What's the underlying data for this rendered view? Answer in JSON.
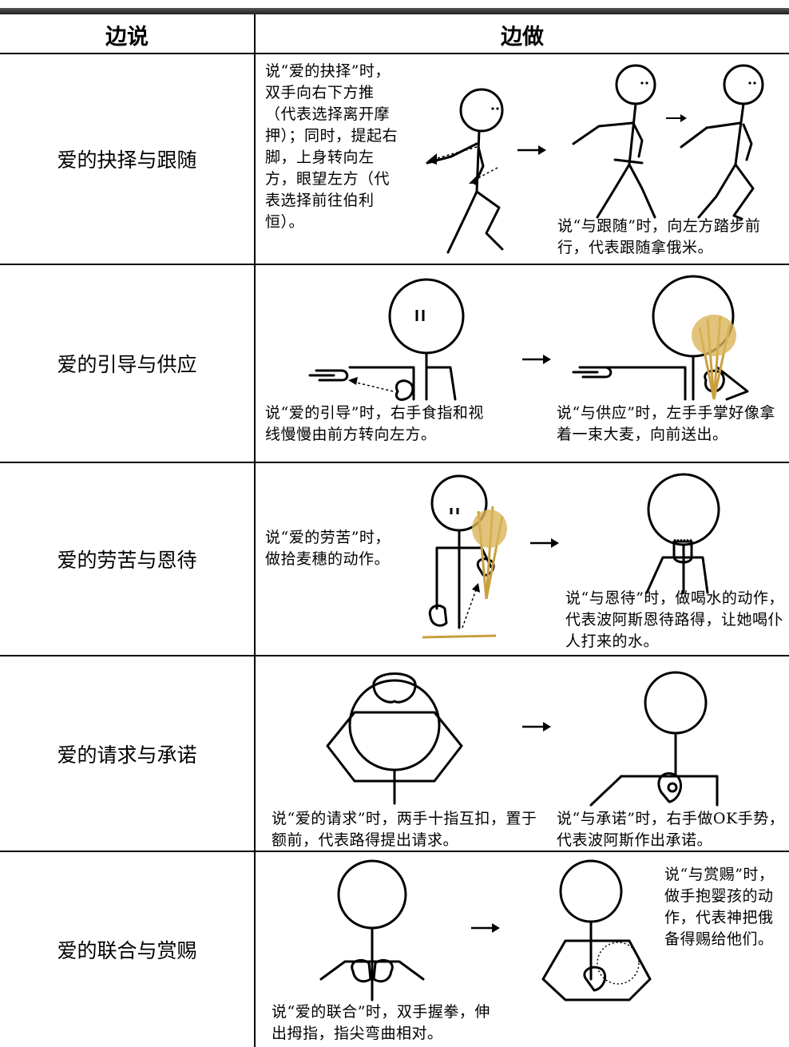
{
  "header": {
    "say": "边说",
    "do": "边做"
  },
  "rows": [
    {
      "label": "爱的抉择与跟随",
      "caption_a": "说“爱的抉择”时，双手向右下方推（代表选择离开摩押）；同时，提起右脚，上身转向左方，眼望左方（代表选择前往伯利恒）。",
      "caption_b": "说“与跟随”时，向左方踏步前行，代表跟随拿俄米。"
    },
    {
      "label": "爱的引导与供应",
      "caption_a": "说“爱的引导”时，右手食指和视线慢慢由前方转向左方。",
      "caption_b": "说“与供应”时，左手手掌好像拿着一束大麦，向前送出。"
    },
    {
      "label": "爱的劳苦与恩待",
      "caption_a": "说“爱的劳苦”时，做拾麦穗的动作。",
      "caption_b": "说“与恩待”时，做喝水的动作，代表波阿斯恩待路得，让她喝仆人打来的水。"
    },
    {
      "label": "爱的请求与承诺",
      "caption_a": "说“爱的请求”时，两手十指互扣，置于额前，代表路得提出请求。",
      "caption_b": "说“与承诺”时，右手做OK手势，代表波阿斯作出承诺。"
    },
    {
      "label": "爱的联合与赏赐",
      "caption_a": "说“爱的联合”时，双手握拳，伸出拇指，指尖弯曲相对。",
      "caption_b": "说“与赏赐”时，做手抱婴孩的动作，代表神把俄备得赐给他们。"
    }
  ]
}
